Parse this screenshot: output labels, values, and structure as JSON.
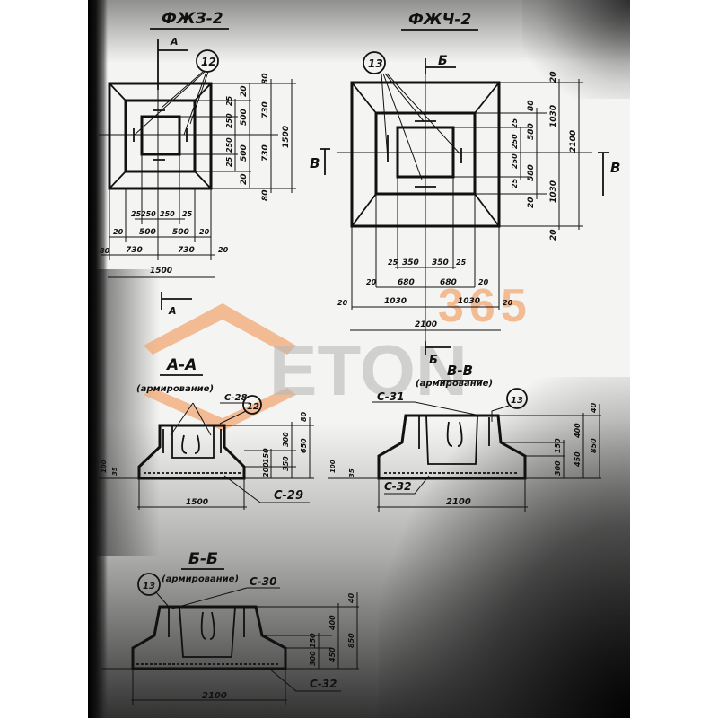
{
  "document": {
    "type": "scanned engineering drawing",
    "plans": [
      {
        "id": "plan-fzh3-2",
        "title": "ФЖЗ-2",
        "section_marker": "А",
        "callout": "12",
        "horizontal_dims": {
          "row1": [
            "25",
            "250",
            "250",
            "25"
          ],
          "row2": [
            "20",
            "500",
            "500",
            "20"
          ],
          "row3": [
            "730",
            "730",
            "20"
          ],
          "row3_left": "80",
          "overall": "1500"
        },
        "vertical_dims": {
          "inner": [
            "25",
            "250",
            "250",
            "25"
          ],
          "mid": [
            "20",
            "500",
            "500",
            "20"
          ],
          "outer": [
            "80",
            "730",
            "730",
            "80"
          ],
          "overall": "1500"
        }
      },
      {
        "id": "plan-fzh4-2",
        "title": "ФЖЧ-2",
        "section_marker_top": "Б",
        "section_marker_bottom": "Б",
        "side_markers": [
          "В",
          "В"
        ],
        "callout": "13",
        "horizontal_dims": {
          "row1": [
            "25",
            "350",
            "350",
            "25"
          ],
          "row2": [
            "20",
            "680",
            "680",
            "20"
          ],
          "row3": [
            "20",
            "1030",
            "1030",
            "20"
          ],
          "overall": "2100"
        },
        "vertical_dims": {
          "inner": [
            "25",
            "250",
            "250",
            "25"
          ],
          "mid": [
            "80",
            "580",
            "580",
            "20"
          ],
          "outer": [
            "20",
            "1030",
            "1030",
            "20"
          ],
          "overall": "2100"
        }
      }
    ],
    "sections": [
      {
        "id": "section-a-a",
        "title": "А-А",
        "subtitle": "(армирование)",
        "labels": [
          "С-28",
          "С-29"
        ],
        "callout": "12",
        "width": "1500",
        "heights": [
          "80",
          "300",
          "350",
          "650",
          "150",
          "200"
        ],
        "left_dims": [
          "100",
          "35"
        ]
      },
      {
        "id": "section-v-v",
        "title": "В-В",
        "subtitle": "(армирование)",
        "labels": [
          "С-31",
          "С-32"
        ],
        "callout": "13",
        "width": "2100",
        "heights": [
          "40",
          "400",
          "850",
          "450",
          "150",
          "300"
        ],
        "left_dims": [
          "100",
          "35"
        ]
      },
      {
        "id": "section-b-b",
        "title": "Б-Б",
        "subtitle": "(армирование)",
        "labels": [
          "С-30",
          "С-32"
        ],
        "callout": "13",
        "width": "2100",
        "heights": [
          "40",
          "400",
          "850",
          "450",
          "150",
          "300"
        ]
      }
    ],
    "watermark": {
      "text_grey": "ETON",
      "text_orange": "365",
      "orange": "#f2a873",
      "grey": "#b9b9b9"
    }
  }
}
